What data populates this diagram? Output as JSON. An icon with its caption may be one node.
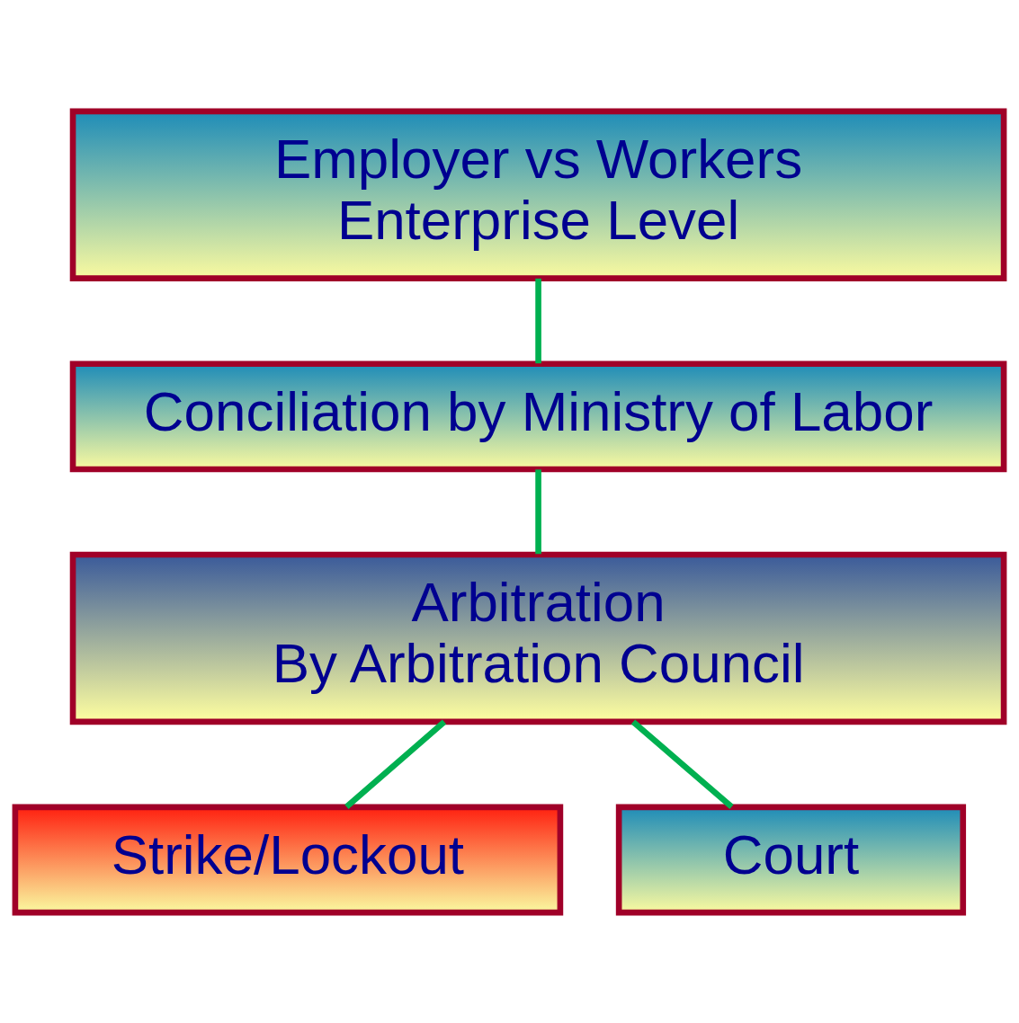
{
  "diagram": {
    "nodes": [
      {
        "text": [
          "Employer vs Workers",
          "Enterprise Level"
        ]
      },
      {
        "text": [
          "Conciliation by Ministry of Labor"
        ]
      },
      {
        "text": [
          "Arbitration",
          "By Arbitration Council"
        ]
      },
      {
        "text": [
          "Strike/Lockout"
        ]
      },
      {
        "text": [
          "Court"
        ]
      }
    ],
    "edges": [
      {
        "from": 0,
        "to": 1,
        "arrow": "none"
      },
      {
        "from": 1,
        "to": 2,
        "arrow": "none"
      },
      {
        "from": 2,
        "to": 3,
        "arrow": "none"
      },
      {
        "from": 2,
        "to": 4,
        "arrow": "none"
      }
    ]
  }
}
